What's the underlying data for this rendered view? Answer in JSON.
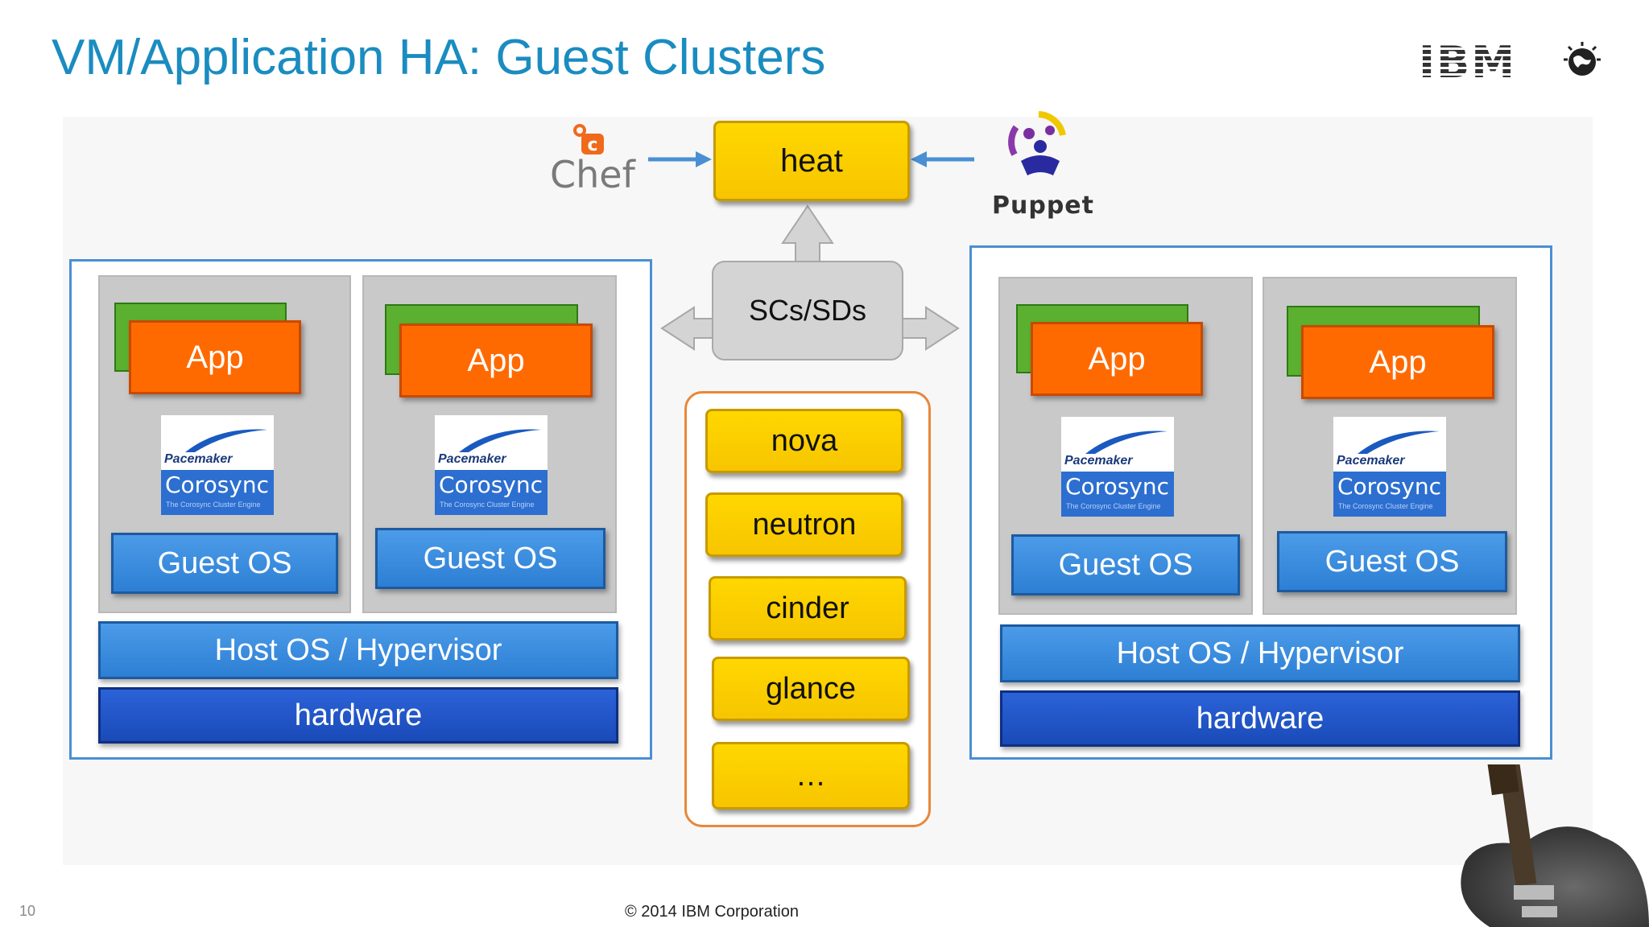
{
  "title": "VM/Application HA: Guest Clusters",
  "brand": {
    "logo": "IBM"
  },
  "orchestration": {
    "heat": "heat",
    "chef": "Chef",
    "puppet": "Puppet",
    "scs": "SCs/SDs"
  },
  "services": [
    "nova",
    "neutron",
    "cinder",
    "glance",
    "…"
  ],
  "clusters": [
    {
      "vms": [
        {
          "app": "App",
          "pacemaker": "Pacemaker",
          "corosync": "Corosync",
          "corosync_sub": "The Corosync Cluster Engine",
          "guest_os": "Guest OS"
        },
        {
          "app": "App",
          "pacemaker": "Pacemaker",
          "corosync": "Corosync",
          "corosync_sub": "The Corosync Cluster Engine",
          "guest_os": "Guest OS"
        }
      ],
      "host": "Host OS / Hypervisor",
      "hardware": "hardware"
    },
    {
      "vms": [
        {
          "app": "App",
          "pacemaker": "Pacemaker",
          "corosync": "Corosync",
          "corosync_sub": "The Corosync Cluster Engine",
          "guest_os": "Guest OS"
        },
        {
          "app": "App",
          "pacemaker": "Pacemaker",
          "corosync": "Corosync",
          "corosync_sub": "The Corosync Cluster Engine",
          "guest_os": "Guest OS"
        }
      ],
      "host": "Host OS / Hypervisor",
      "hardware": "hardware"
    }
  ],
  "footer": {
    "page_number": "10",
    "copyright": "© 2014 IBM Corporation"
  },
  "colors": {
    "title": "#1a8cc0",
    "app": "#ff6a00",
    "app_back": "#5cb030",
    "guest_os": "#2d7fd4",
    "hardware": "#1a4ab8",
    "service": "#f7c500",
    "cluster_border": "#4a8fd4",
    "service_group_border": "#e8873a"
  }
}
